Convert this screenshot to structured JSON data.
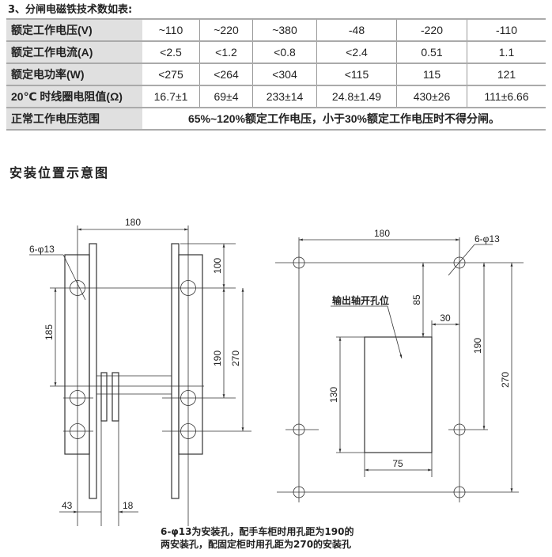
{
  "heading": "3、分闸电磁铁技术数如表:",
  "table": {
    "rows": [
      {
        "label": "额定工作电压(V)",
        "cells": [
          "~110",
          "~220",
          "~380",
          "-48",
          "-220",
          "-110"
        ]
      },
      {
        "label": "额定工作电流(A)",
        "cells": [
          "<2.5",
          "<1.2",
          "<0.8",
          "<2.4",
          "0.51",
          "1.1"
        ]
      },
      {
        "label": "额定电功率(W)",
        "cells": [
          "<275",
          "<264",
          "<304",
          "<115",
          "115",
          "121"
        ]
      },
      {
        "label": "20℃ 时线圈电阻值(Ω)",
        "cells": [
          "16.7±1",
          "69±4",
          "233±14",
          "24.8±1.49",
          "430±26",
          "111±6.66"
        ]
      }
    ],
    "range_row": {
      "label": "正常工作电压范围",
      "value": "65%~120%额定工作电压，小于30%额定工作电压时不得分闸。"
    }
  },
  "section_title": "安装位置示意图",
  "left_diagram": {
    "width_dim": "180",
    "hole_label": "6-φ13",
    "dim_100": "100",
    "dim_185": "185",
    "dim_190": "190",
    "dim_270": "270",
    "dim_43": "43",
    "dim_18": "18"
  },
  "right_diagram": {
    "width_dim": "180",
    "hole_label": "6-φ13",
    "opening_label": "输出轴开孔位",
    "dim_85": "85",
    "dim_30": "30",
    "dim_190": "190",
    "dim_270": "270",
    "dim_130": "130",
    "dim_75": "75"
  },
  "note": {
    "line1": "6-φ13为安装孔，配手车柜时用孔距为190的",
    "line2": "两安装孔，配固定柜时用孔距为270的安装孔"
  }
}
